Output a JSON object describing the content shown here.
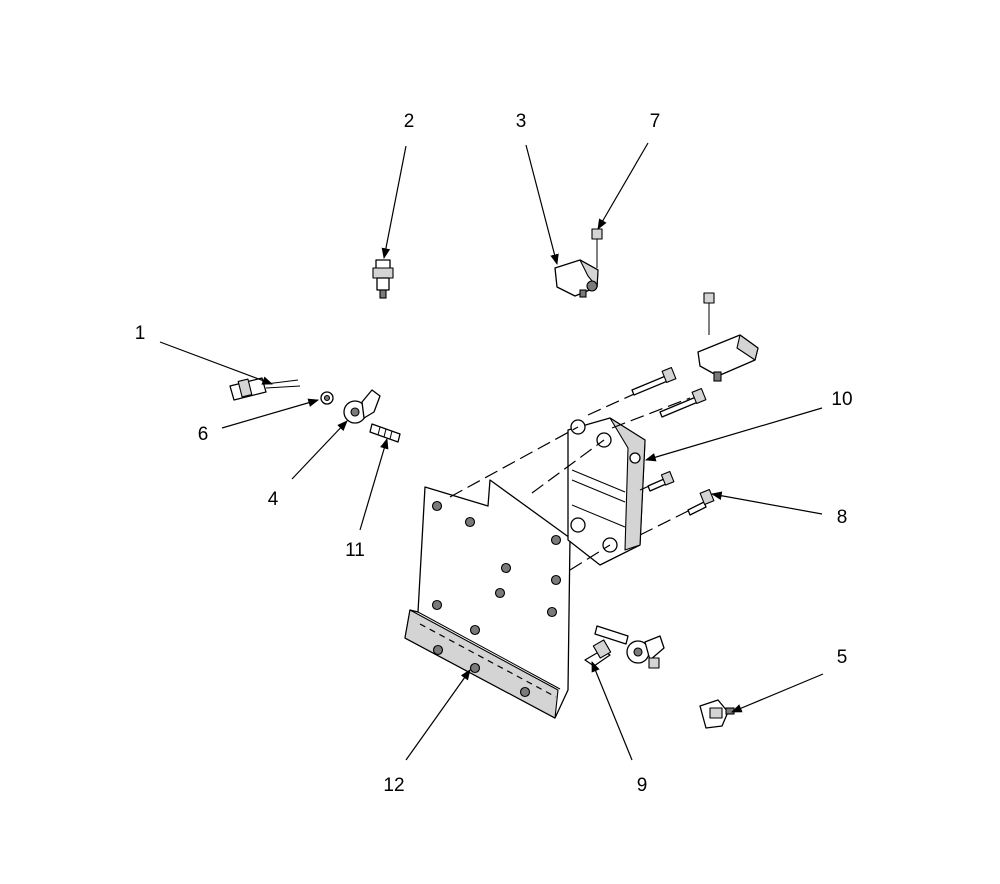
{
  "callouts": {
    "c1": "1",
    "c2": "2",
    "c3": "3",
    "c4": "4",
    "c5": "5",
    "c6": "6",
    "c7": "7",
    "c8": "8",
    "c9": "9",
    "c10": "10",
    "c11": "11",
    "c12": "12"
  },
  "colors": {
    "line": "#000000",
    "shade": "#d4d4d4",
    "background": "#ffffff"
  }
}
